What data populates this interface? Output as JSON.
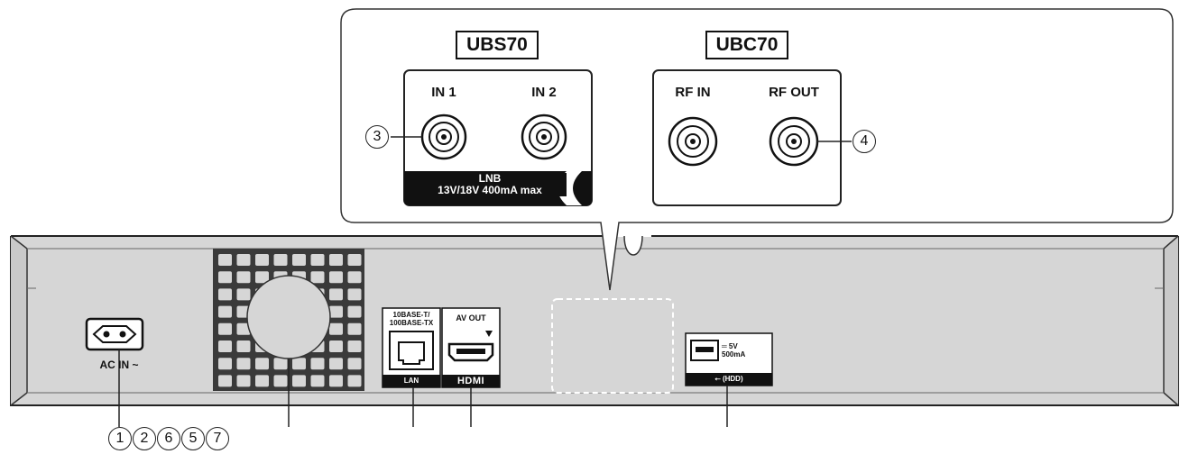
{
  "models": {
    "left_model": "UBS70",
    "right_model": "UBC70"
  },
  "ubs70_panel": {
    "port1_label": "IN 1",
    "port2_label": "IN 2",
    "strip_line1": "LNB",
    "strip_line2": "13V/18V 400mA max"
  },
  "ubc70_panel": {
    "port1_label": "RF IN",
    "port2_label": "RF OUT"
  },
  "rear_panel": {
    "ac_label": "AC IN ~",
    "lan_top_line1": "10BASE-T/",
    "lan_top_line2": "100BASE-TX",
    "lan_strip": "LAN",
    "av_out_label": "AV OUT",
    "hdmi_strip": "HDMI",
    "usb_power_line1": "═ 5V",
    "usb_power_line2": "500mA",
    "usb_strip": "⭠ (HDD)"
  },
  "callouts": {
    "c1": "1",
    "c2": "2",
    "c3": "3",
    "c4": "4",
    "c5": "5",
    "c6": "6",
    "c7": "7"
  }
}
